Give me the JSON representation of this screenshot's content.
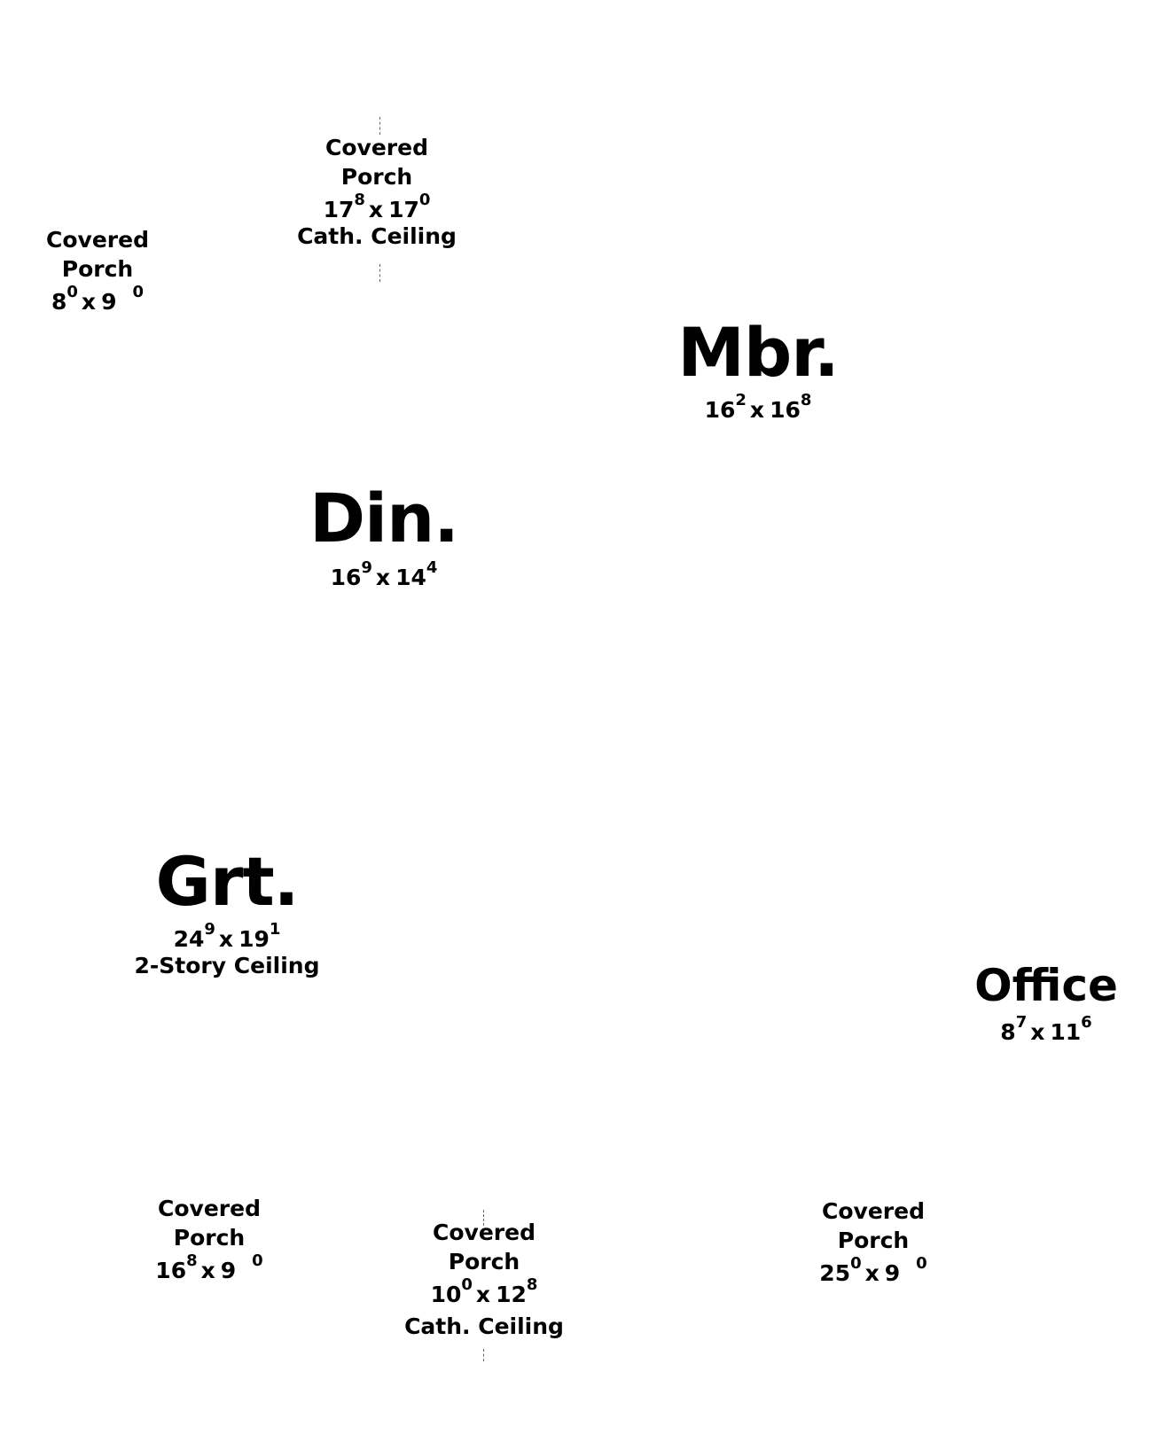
{
  "rooms": [
    {
      "id": "covered-porch-top",
      "name_lines": [
        "Covered",
        "Porch"
      ],
      "dims": {
        "w": "17",
        "w_in": "8",
        "d": "17",
        "d_in": "0"
      },
      "note": "Cath. Ceiling"
    },
    {
      "id": "covered-porch-left",
      "name_lines": [
        "Covered",
        "Porch"
      ],
      "dims": {
        "w": "8",
        "w_in": "0",
        "d": "9",
        "d_in": "0"
      },
      "note": ""
    },
    {
      "id": "mbr",
      "name": "Mbr.",
      "dims": {
        "w": "16",
        "w_in": "2",
        "d": "16",
        "d_in": "8"
      }
    },
    {
      "id": "din",
      "name": "Din.",
      "dims": {
        "w": "16",
        "w_in": "9",
        "d": "14",
        "d_in": "4"
      }
    },
    {
      "id": "grt",
      "name": "Grt.",
      "dims": {
        "w": "24",
        "w_in": "9",
        "d": "19",
        "d_in": "1"
      },
      "note": "2-Story Ceiling"
    },
    {
      "id": "office",
      "name": "Office",
      "dims": {
        "w": "8",
        "w_in": "7",
        "d": "11",
        "d_in": "6"
      }
    },
    {
      "id": "covered-porch-bottom-left",
      "name_lines": [
        "Covered",
        "Porch"
      ],
      "dims": {
        "w": "16",
        "w_in": "8",
        "d": "9",
        "d_in": "0"
      }
    },
    {
      "id": "covered-porch-bottom-center",
      "name_lines": [
        "Covered",
        "Porch"
      ],
      "dims": {
        "w": "10",
        "w_in": "0",
        "d": "12",
        "d_in": "8"
      },
      "note": "Cath. Ceiling"
    },
    {
      "id": "covered-porch-bottom-right",
      "name_lines": [
        "Covered",
        "Porch"
      ],
      "dims": {
        "w": "25",
        "w_in": "0",
        "d": "9",
        "d_in": "0"
      }
    }
  ],
  "times_sign": "x"
}
